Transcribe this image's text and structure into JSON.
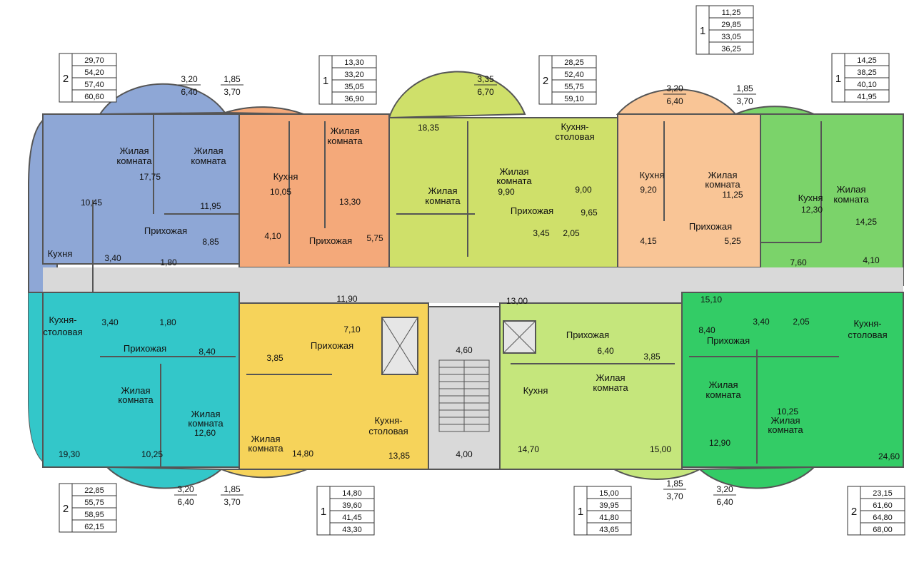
{
  "colors": {
    "blue": "#8ea7d6",
    "orange_left": "#f4a97a",
    "yellowgreen": "#cfe06a",
    "orange_right": "#f9c596",
    "green_right": "#7bd36a",
    "cyan": "#33c7c9",
    "yellow": "#f6d35a",
    "lightgreen": "#c5e67c",
    "green_bottom": "#33cc66",
    "corridor": "#d9d9d9",
    "wall": "#555555"
  },
  "apartments": [
    {
      "rooms": "2",
      "areas": [
        "29,70",
        "54,20",
        "57,40",
        "60,60"
      ],
      "balcony": [
        "3,20",
        "6,40"
      ]
    },
    {
      "rooms": "1",
      "areas": [
        "13,30",
        "33,20",
        "35,05",
        "36,90"
      ],
      "balcony": [
        "1,85",
        "3,70"
      ]
    },
    {
      "rooms": "2",
      "areas": [
        "28,25",
        "52,40",
        "55,75",
        "59,10"
      ],
      "balcony": [
        "3,35",
        "6,70"
      ]
    },
    {
      "rooms": "1",
      "areas": [
        "11,25",
        "29,85",
        "33,05",
        "36,25"
      ],
      "balcony": [
        "3,20",
        "6,40"
      ]
    },
    {
      "rooms": "1",
      "areas": [
        "14,25",
        "38,25",
        "40,10",
        "41,95"
      ],
      "balcony": [
        "1,85",
        "3,70"
      ]
    },
    {
      "rooms": "2",
      "areas": [
        "22,85",
        "55,75",
        "58,95",
        "62,15"
      ],
      "balcony": [
        "3,20",
        "6,40"
      ]
    },
    {
      "rooms": "1",
      "areas": [
        "14,80",
        "39,60",
        "41,45",
        "43,30"
      ],
      "balcony": [
        "1,85",
        "3,70"
      ]
    },
    {
      "rooms": "1",
      "areas": [
        "15,00",
        "39,95",
        "41,80",
        "43,65"
      ],
      "balcony": [
        "1,85",
        "3,70"
      ]
    },
    {
      "rooms": "2",
      "areas": [
        "23,15",
        "61,60",
        "64,80",
        "68,00"
      ],
      "balcony": [
        "3,20",
        "6,40"
      ]
    }
  ],
  "labels": {
    "living": "Жилая",
    "room": "комната",
    "kitchen": "Кухня",
    "kitchen_dining_1": "Кухня-",
    "kitchen_dining_2": "столовая",
    "hallway": "Прихожая"
  },
  "room_areas": [
    "17,75",
    "11,95",
    "10,45",
    "8,85",
    "3,40",
    "1,80",
    "10,05",
    "4,10",
    "13,30",
    "5,75",
    "18,35",
    "9,90",
    "9,00",
    "9,65",
    "3,45",
    "2,05",
    "9,20",
    "11,25",
    "4,15",
    "5,25",
    "12,30",
    "14,25",
    "7,60",
    "4,10",
    "11,90",
    "13,00",
    "15,10",
    "3,40",
    "1,80",
    "8,40",
    "19,30",
    "10,25",
    "12,60",
    "7,10",
    "3,85",
    "14,80",
    "13,85",
    "4,60",
    "4,00",
    "6,40",
    "3,85",
    "14,70",
    "15,00",
    "8,40",
    "3,40",
    "2,05",
    "12,90",
    "10,25",
    "24,60"
  ]
}
